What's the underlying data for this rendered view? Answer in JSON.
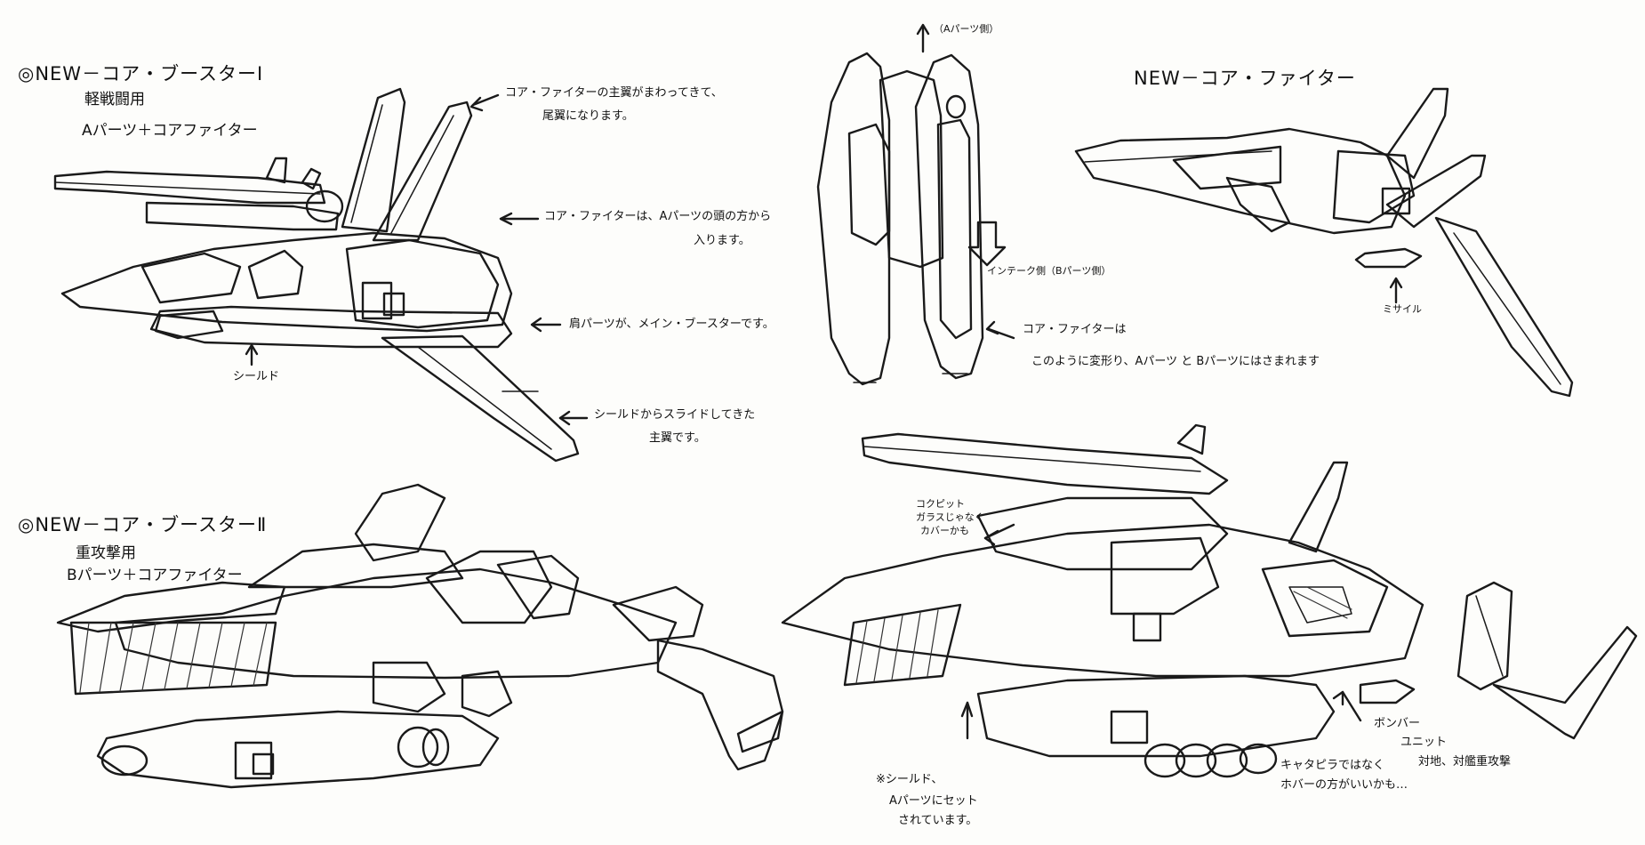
{
  "booster1": {
    "title": "◎NEW－コア・ブースターⅠ",
    "subtitle": "軽戦闘用",
    "parts": "Aパーツ＋コアファイター"
  },
  "booster2": {
    "title": "◎NEW－コア・ブースターⅡ",
    "subtitle": "重攻撃用",
    "parts": "Bパーツ＋コアファイター"
  },
  "fighter": {
    "title": "NEW－コア・ファイター"
  },
  "notes": {
    "main_wing_tail_1": "コア・ファイターの主翼がまわってきて、",
    "main_wing_tail_2": "尾翼になります。",
    "enters_1": "コア・ファイターは、Aパーツの頭の方から",
    "enters_2": "入ります。",
    "shoulder": "肩パーツが、メイン・ブースターです。",
    "shield": "シールド",
    "shield_slide_1": "シールドからスライドしてきた",
    "shield_slide_2": "主翼です。",
    "a_side": "（Aパーツ側）",
    "inner_side": "インテーク側（Bパーツ側）",
    "transform_1": "コア・ファイターは",
    "transform_2": "このように変形り、Aパーツ と Bパーツにはさまれます",
    "missile": "ミサイル",
    "cockpit_1": "コクピット",
    "cockpit_2": "ガラスじゃなく",
    "cockpit_3": "カバーかも",
    "bomber_1": "ボンバー",
    "bomber_2": "ユニット",
    "bomber_3": "対地、対艦重攻撃",
    "shield2_1": "※シールド、",
    "shield2_2": "Aパーツにセット",
    "shield2_3": "されています。",
    "hover_1": "キャタピラではなく",
    "hover_2": "ホバーの方がいいかも…"
  }
}
